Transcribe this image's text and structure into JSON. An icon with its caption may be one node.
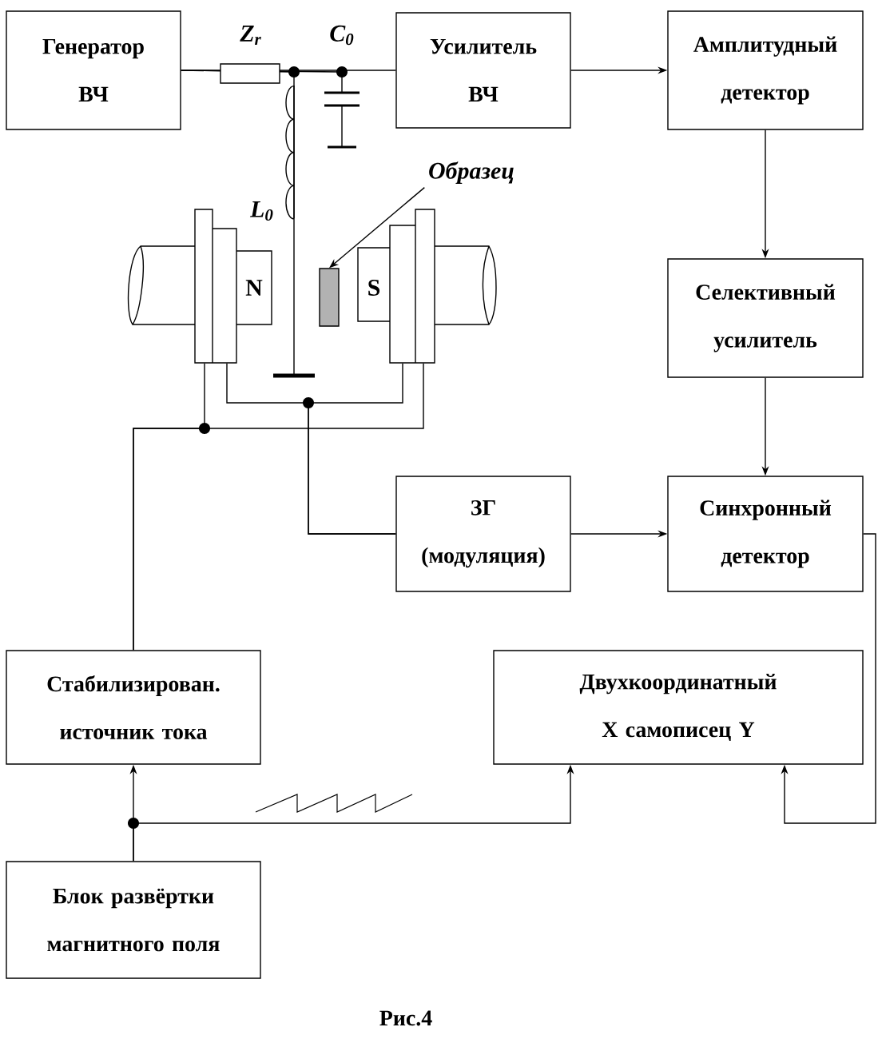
{
  "diagram": {
    "caption": "Рис.4",
    "nodes": [
      {
        "text": [
          "Генератор ВЧ"
        ]
      },
      {
        "text": [
          "Усилитель ВЧ"
        ]
      },
      {
        "text": [
          "Амплитудный детектор"
        ]
      },
      {
        "text": [
          "Селективный усилитель"
        ]
      },
      {
        "text": [
          "ЗГ (модуляция)"
        ]
      },
      {
        "text": [
          "Синхронный детектор"
        ]
      },
      {
        "text": [
          "Стабилизирован. источник тока"
        ]
      },
      {
        "text": [
          "Двухкоординатный X самописец Y"
        ]
      },
      {
        "text": [
          "Блок развёртки магнитного поля"
        ]
      },
      {
        "text": [
          "Образец"
        ]
      },
      {
        "text": [],
        "shape": "box"
      },
      {
        "text": [],
        "shape": "magnet"
      },
      {
        "text": [],
        "shape": "magnet"
      },
      {
        "text": [],
        "shape": "coil"
      },
      {
        "text": [],
        "shape": "capacitor"
      }
    ],
    "edges": [
      {
        "from": 0,
        "to": 1,
        "arrow": "none"
      },
      {
        "from": 1,
        "to": 2,
        "arrow": "to"
      },
      {
        "from": 2,
        "to": 3,
        "arrow": "to"
      },
      {
        "from": 3,
        "to": 5,
        "arrow": "to"
      },
      {
        "from": 4,
        "to": 5,
        "arrow": "to"
      },
      {
        "from": 5,
        "to": 7,
        "arrow": "to"
      },
      {
        "from": 8,
        "to": 6,
        "arrow": "to"
      },
      {
        "from": 8,
        "to": 7,
        "arrow": "to"
      },
      {
        "from": 4,
        "to": 11,
        "arrow": "none"
      },
      {
        "from": 6,
        "to": 11,
        "arrow": "none"
      },
      {
        "from": 9,
        "to": 10,
        "arrow": "to"
      },
      {
        "from": 4,
        "to": 12,
        "arrow": "none"
      },
      {
        "from": 6,
        "to": 12,
        "arrow": "none"
      },
      {
        "from": 0,
        "to": 13,
        "arrow": "none"
      },
      {
        "from": 0,
        "to": 14,
        "arrow": "none"
      }
    ],
    "labels": [
      "Z$_{r}$",
      "C$_{0}$",
      "L$_{0}$",
      "N",
      "S"
    ]
  }
}
